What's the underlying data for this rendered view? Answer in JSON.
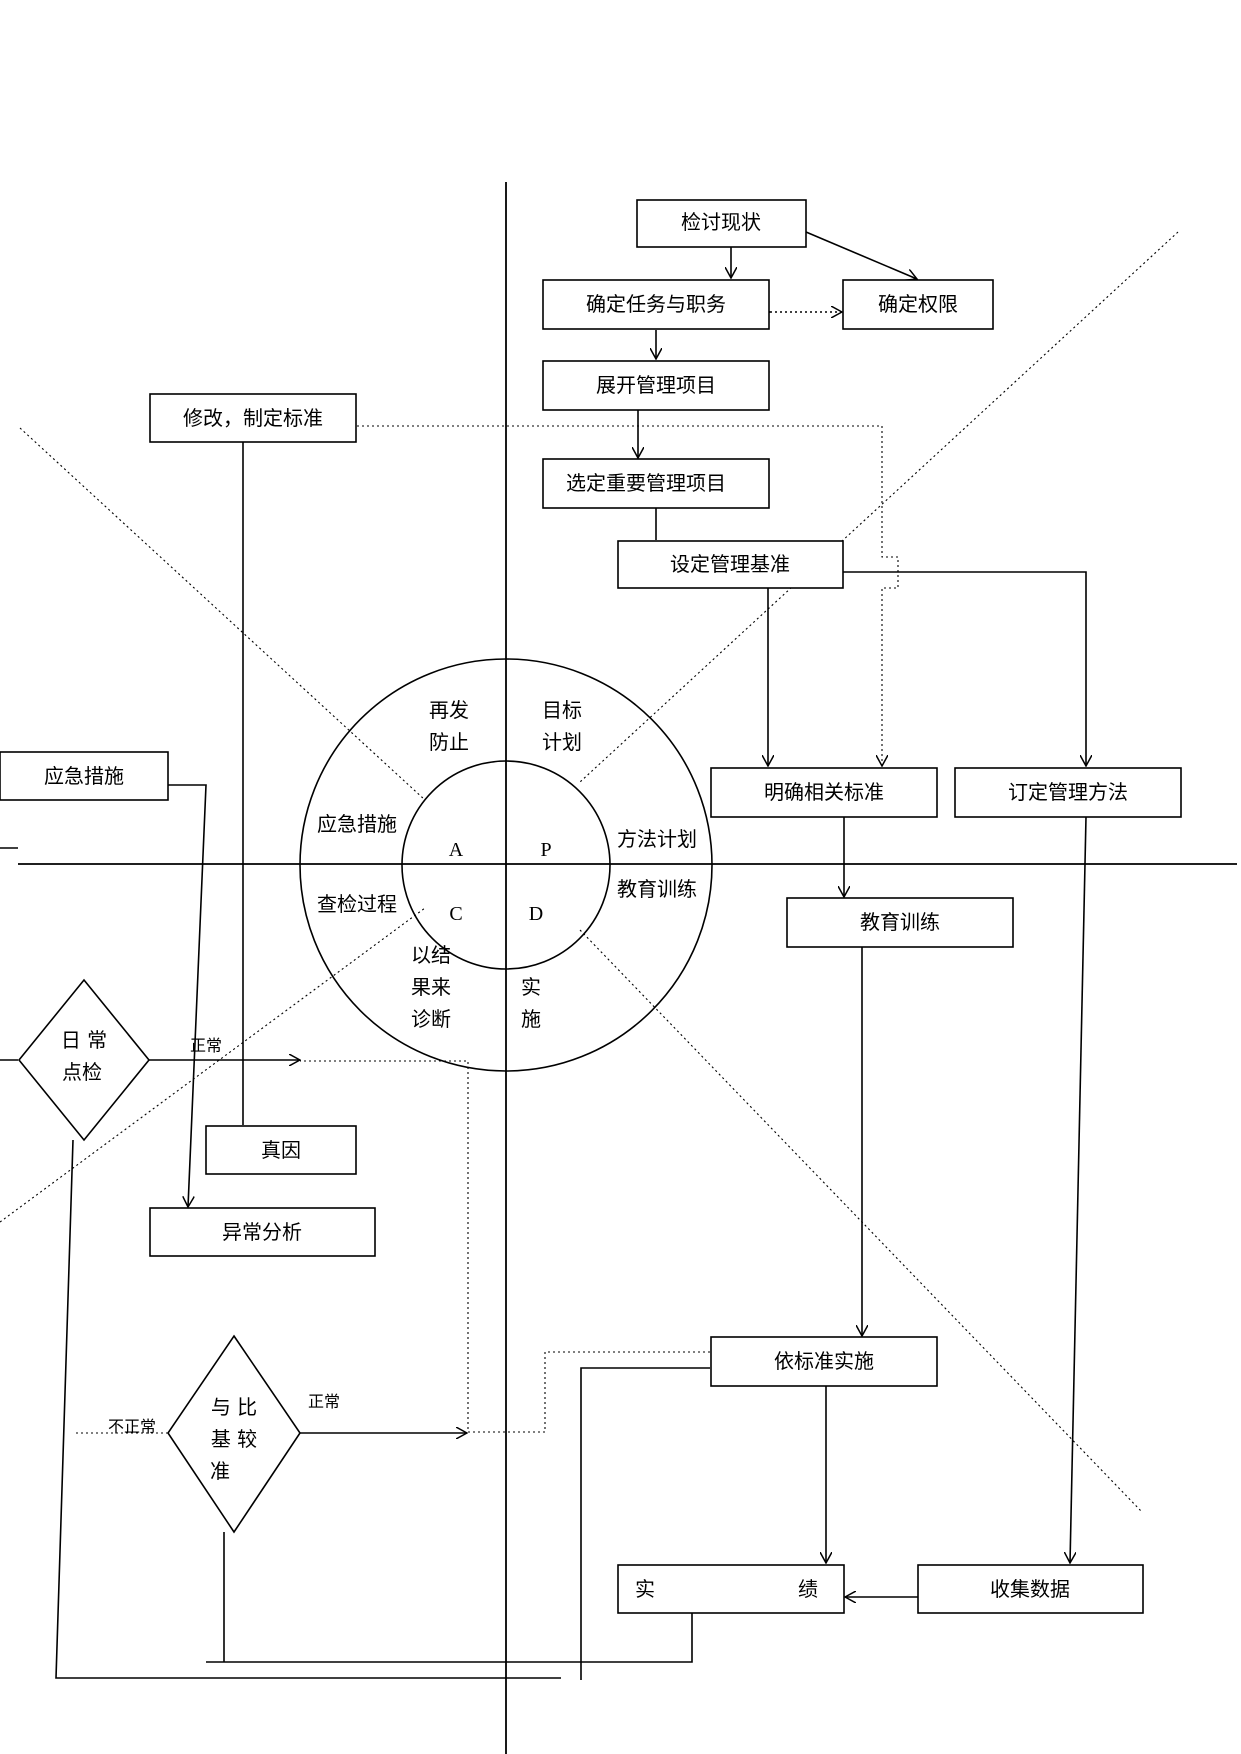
{
  "boxes": {
    "review_status": "检讨现状",
    "define_tasks": "确定任务与职务",
    "define_authority": "确定权限",
    "expand_items": "展开管理项目",
    "select_items": "选定重要管理项目",
    "set_criteria": "设定管理基准",
    "clarify_standards": "明确相关标准",
    "define_methods": "订定管理方法",
    "training_box": "教育训练",
    "implement_by_standard": "依标准实施",
    "collect_data": "收集数据",
    "results_left": "实",
    "results_right": "绩",
    "revise_standard": "修改，制定标准",
    "emergency_box": "应急措施",
    "true_cause": "真因",
    "abnormal_analysis": "异常分析"
  },
  "diamonds": {
    "daily_check": [
      "日 常",
      "点检"
    ],
    "compare": [
      "与 比",
      "基 较",
      "准"
    ]
  },
  "edge_labels": {
    "normal_1": "正常",
    "normal_2": "正常",
    "abnormal": "不正常"
  },
  "cycle": {
    "inner": {
      "a": "A",
      "p": "P",
      "c": "C",
      "d": "D"
    },
    "outer": {
      "prevent": [
        "再发",
        "防止"
      ],
      "goal": [
        "目标",
        "计划"
      ],
      "emergency": "应急措施",
      "method_plan": "方法计划",
      "check_process": "查检过程",
      "training": "教育训练",
      "diagnose": [
        "以结",
        "果来",
        "诊断"
      ],
      "implement": [
        "实",
        "施"
      ]
    }
  }
}
